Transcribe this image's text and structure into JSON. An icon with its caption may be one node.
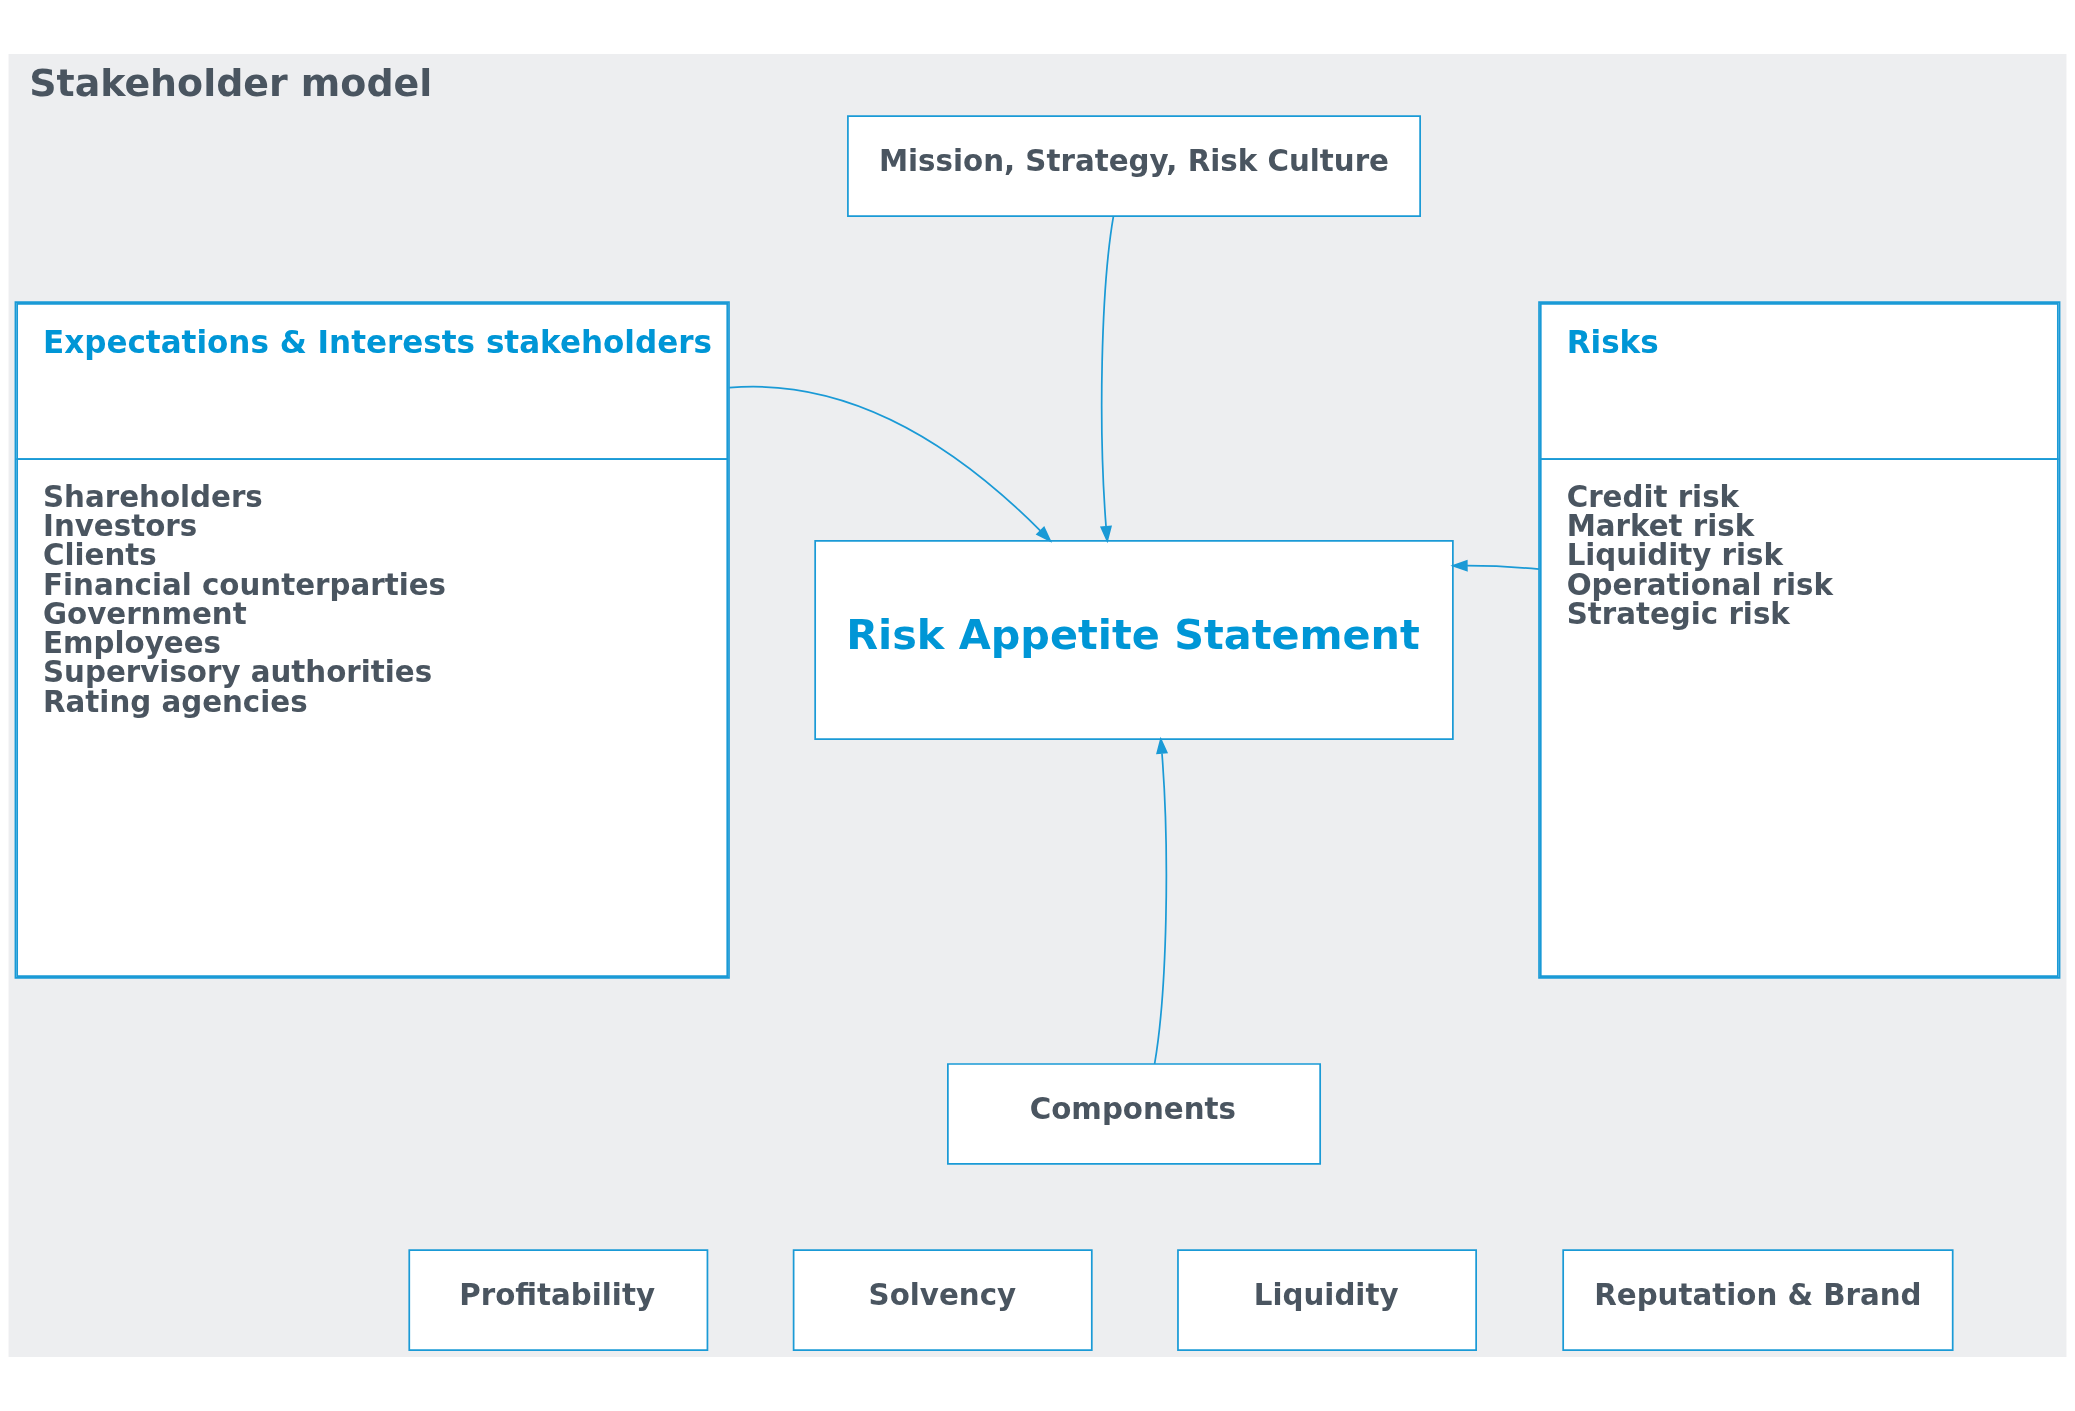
{
  "diagram": {
    "title": "Stakeholder model",
    "nodes": [
      {
        "text": [
          "Mission, Strategy, Risk Culture"
        ]
      },
      {
        "text": [
          "Expectations & Interests stakeholders",
          "Shareholders",
          "Investors",
          "Clients",
          "Financial counterparties",
          "Government",
          "Employees",
          "Supervisory authorities",
          "Rating agencies"
        ]
      },
      {
        "text": [
          "Risk Appetite Statement"
        ]
      },
      {
        "text": [
          "Risks",
          "Credit risk",
          "Market risk",
          "Liquidity risk",
          "Operational risk",
          "Strategic risk"
        ]
      },
      {
        "text": [
          "Components"
        ]
      },
      {
        "text": [
          "Profitability"
        ]
      },
      {
        "text": [
          "Solvency"
        ]
      },
      {
        "text": [
          "Liquidity"
        ]
      },
      {
        "text": [
          "Reputation & Brand"
        ]
      }
    ],
    "edges": [
      {
        "from": 0,
        "to": 2,
        "arrow": "to"
      },
      {
        "from": 1,
        "to": 2,
        "arrow": "to"
      },
      {
        "from": 3,
        "to": 2,
        "arrow": "to"
      },
      {
        "from": 4,
        "to": 2,
        "arrow": "to"
      }
    ]
  }
}
